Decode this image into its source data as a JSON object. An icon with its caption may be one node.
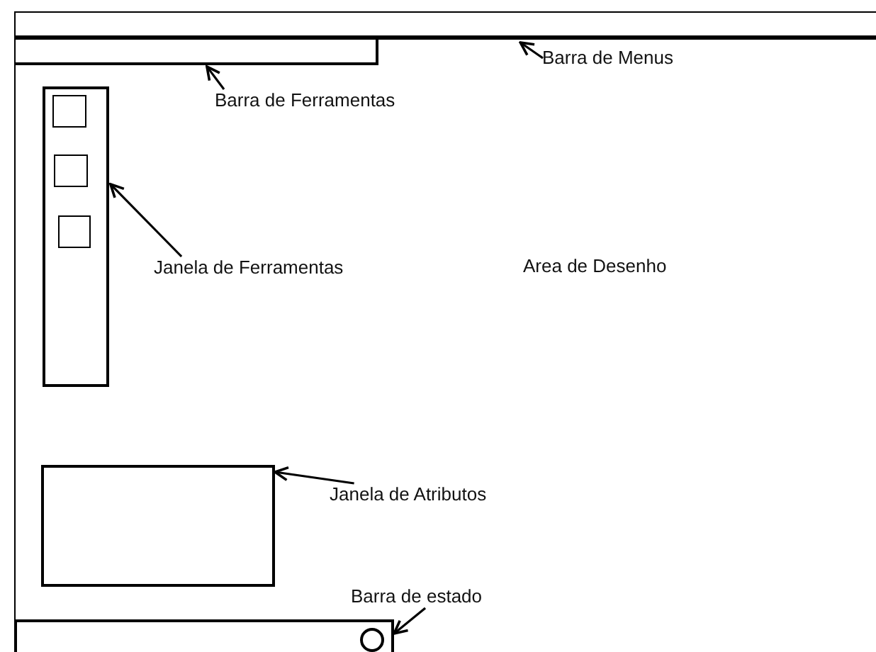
{
  "diagram": {
    "nodes": [
      {
        "text": [],
        "shape": "box"
      },
      {
        "text": [],
        "shape": "bar",
        "in": 0
      },
      {
        "text": [],
        "shape": "bar",
        "in": 0
      },
      {
        "text": [],
        "shape": "box",
        "in": 0
      },
      {
        "text": [],
        "shape": "box",
        "in": 3
      },
      {
        "text": [],
        "shape": "box",
        "in": 3
      },
      {
        "text": [],
        "shape": "box",
        "in": 3
      },
      {
        "text": [],
        "shape": "box",
        "in": 0
      },
      {
        "text": [],
        "shape": "bar",
        "in": 0
      },
      {
        "text": [],
        "shape": "circle",
        "in": 8
      },
      {
        "text": [
          "Barra de Menus"
        ],
        "in": 0
      },
      {
        "text": [
          "Barra de Ferramentas"
        ],
        "in": 0
      },
      {
        "text": [
          "Janela de Ferramentas"
        ],
        "in": 0
      },
      {
        "text": [
          "Janela de Atributos"
        ],
        "in": 0
      },
      {
        "text": [
          "Barra de estado"
        ],
        "in": 0
      }
    ],
    "edges": [
      {
        "from": 10,
        "to": 1,
        "arrow": "to"
      },
      {
        "from": 11,
        "to": 2,
        "arrow": "to"
      },
      {
        "from": 12,
        "to": 3,
        "arrow": "to"
      },
      {
        "from": 13,
        "to": 7,
        "arrow": "to"
      },
      {
        "from": 14,
        "to": 8,
        "arrow": "to"
      }
    ],
    "labels": [
      "Area de Desenho"
    ]
  }
}
